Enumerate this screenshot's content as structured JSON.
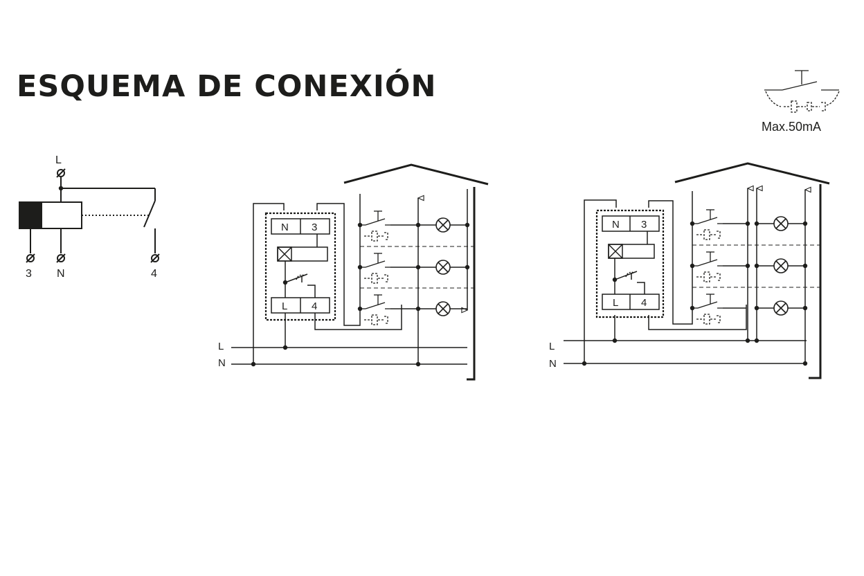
{
  "title": "ESQUEMA DE CONEXIÓN",
  "max_current": "Max.50mA",
  "terminals": {
    "l": "L",
    "n": "N",
    "t3": "3",
    "t4": "4"
  },
  "lines": {
    "l": "L",
    "n": "N"
  },
  "colors": {
    "ink": "#1d1d1b",
    "background": "#ffffff"
  }
}
